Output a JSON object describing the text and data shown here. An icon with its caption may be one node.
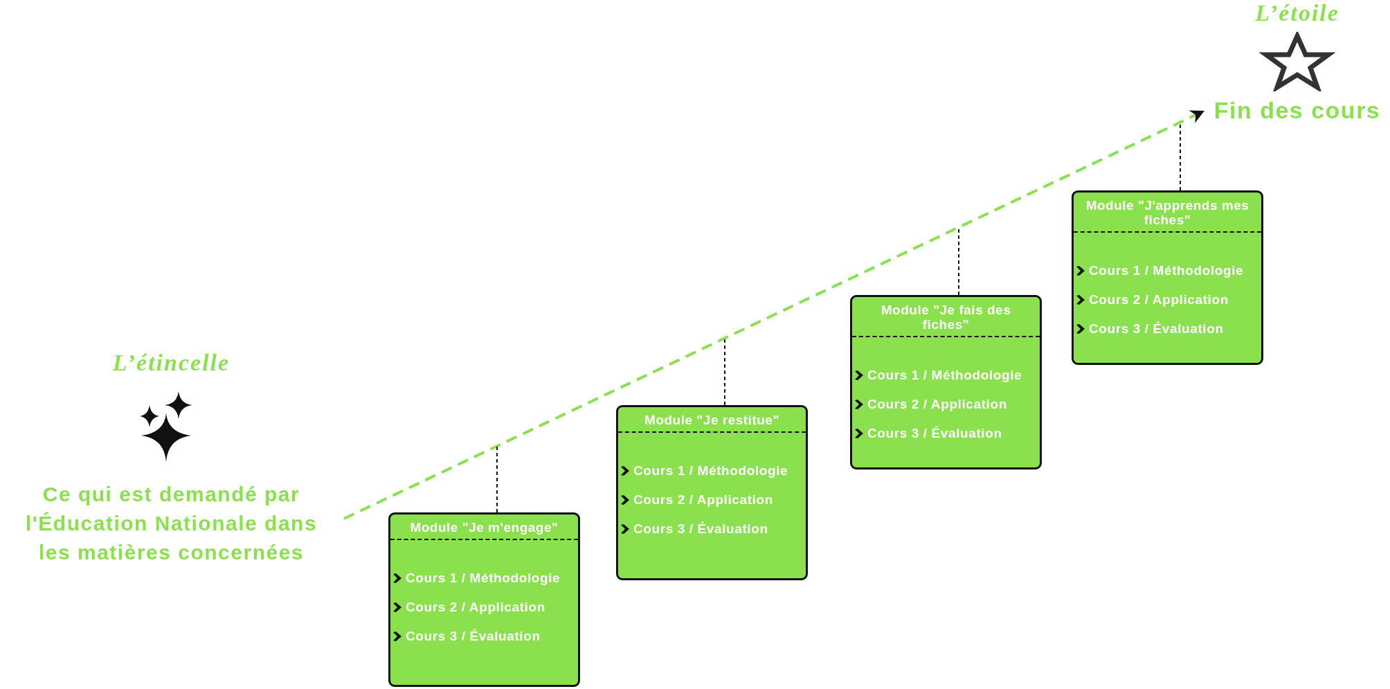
{
  "diagram": {
    "nodes": [
      {
        "text": [
          "L’étincelle",
          "Ce qui est demandé par l'Éducation Nationale dans les matières concernées"
        ]
      },
      {
        "text": [
          "Module \"Je m'engage\"",
          "Cours 1 / Méthodologie",
          "Cours 2 / Application",
          "Cours 3 / Évaluation"
        ]
      },
      {
        "text": [
          "Module \"Je restitue\"",
          "Cours 1 / Méthodologie",
          "Cours 2 / Application",
          "Cours 3 / Évaluation"
        ]
      },
      {
        "text": [
          "Module \"Je fais des fiches\"",
          "Cours 1 / Méthodologie",
          "Cours 2 / Application",
          "Cours 3 / Évaluation"
        ]
      },
      {
        "text": [
          "Module \"J'apprends mes fiches\"",
          "Cours 1 / Méthodologie",
          "Cours 2 / Application",
          "Cours 3 / Évaluation"
        ]
      },
      {
        "text": [
          "L’étoile",
          "Fin des cours"
        ]
      }
    ],
    "edges": [
      {
        "from": 0,
        "to": 5,
        "arrow": "to",
        "style": "dashed",
        "color": "#8be04e"
      },
      {
        "from": 1,
        "to": null,
        "arrow": "none",
        "style": "dashed"
      },
      {
        "from": 2,
        "to": null,
        "arrow": "none",
        "style": "dashed"
      },
      {
        "from": 3,
        "to": null,
        "arrow": "none",
        "style": "dashed"
      },
      {
        "from": 4,
        "to": null,
        "arrow": "none",
        "style": "dashed"
      }
    ]
  }
}
